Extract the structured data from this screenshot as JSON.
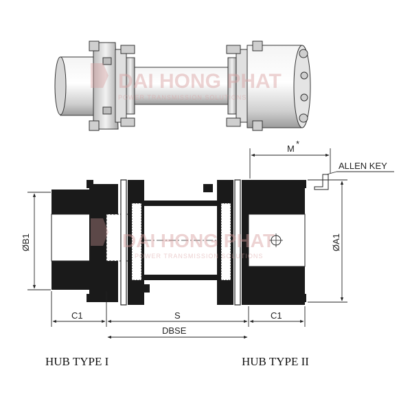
{
  "labels": {
    "dim_M": "M",
    "asterisk": "*",
    "allen_key": "ALLEN KEY",
    "dia_B1": "ØB1",
    "dia_A1": "ØA1",
    "c1_left": "C1",
    "s": "S",
    "c1_right": "C1",
    "dbse": "DBSE",
    "hub_type_1": "HUB TYPE I",
    "hub_type_2": "HUB TYPE II"
  },
  "watermark": {
    "top_text": "DAI HONG PHAT",
    "top_sub": "POWER TRANSMISSION SOLUTIONS",
    "mid_text": "DAI HONG PHAT",
    "mid_sub": "POWER TRANSMISSION SOLUTIONS",
    "color": "#d9a0a0"
  },
  "colors": {
    "metal_dark": "#1a1a1a",
    "metal_light": "#e6e6e6",
    "shade": "#b8b8b8",
    "line": "#222222"
  }
}
